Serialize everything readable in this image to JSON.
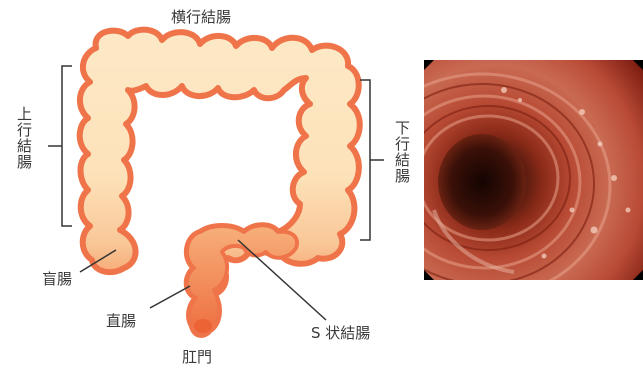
{
  "labels": {
    "transverse_colon": "横行結腸",
    "ascending_colon": "上行結腸",
    "descending_colon": "下行結腸",
    "cecum": "盲腸",
    "rectum": "直腸",
    "sigmoid_colon": "S 状結腸",
    "anus": "肛門"
  },
  "colors": {
    "outline": "#f0744a",
    "fill_light": "#fde7c3",
    "fill_mid": "#f8c191",
    "fill_dark": "#f0744a",
    "leader": "#333333"
  },
  "photo": {
    "subject": "endoscopic-colon-view"
  }
}
